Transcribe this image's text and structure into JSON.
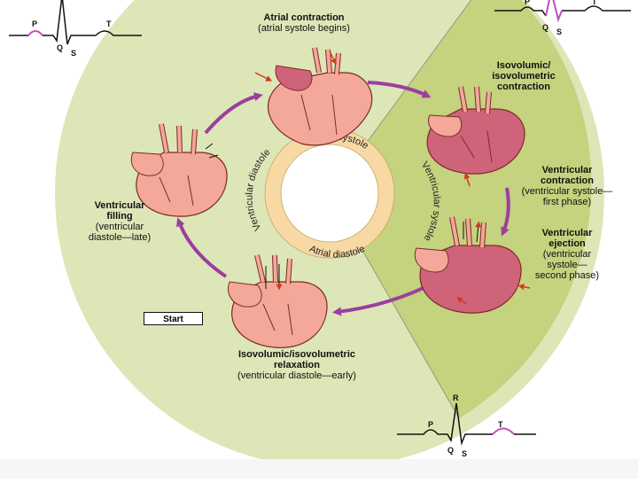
{
  "diagram": {
    "phases": {
      "atrial_contraction": {
        "title": "Atrial contraction",
        "sub": [
          "(atrial systole begins)"
        ]
      },
      "isovolumic_contraction": {
        "title": "Isovolumic/ isovolumetric contraction",
        "sub": []
      },
      "ventricular_contraction": {
        "title": "Ventricular contraction",
        "sub": [
          "(ventricular systole—",
          "first phase)"
        ]
      },
      "ventricular_ejection": {
        "title": "Ventricular ejection",
        "sub": [
          "(ventricular",
          "systole—",
          "second phase)"
        ]
      },
      "isovolumic_relaxation": {
        "title": "Isovolumic/isovolumetric relaxation",
        "sub": [
          "(ventricular diastole—early)"
        ]
      },
      "ventricular_filling": {
        "title": "Ventricular filling",
        "sub": [
          "(ventricular",
          "diastole—late)"
        ]
      }
    },
    "ring": {
      "atrial_systole": "Atrial systole",
      "atrial_diastole": "Atrial diastole",
      "ventricular_diastole": "Ventricular diastole",
      "ventricular_systole": "Ventricular systole"
    },
    "start_label": "Start",
    "ecg": {
      "wave_labels": {
        "p": "P",
        "q": "Q",
        "r": "R",
        "s": "S",
        "t": "T"
      }
    },
    "colors": {
      "diastole_region": "#dde6b6",
      "systole_region": "#c5d27e",
      "ring": "#f8d9a4",
      "arrow": "#9b3ea1",
      "heart": "#f4a89a",
      "ventricle_contracted": "#cf6379",
      "ecg_highlight": "#c04fc0"
    }
  }
}
